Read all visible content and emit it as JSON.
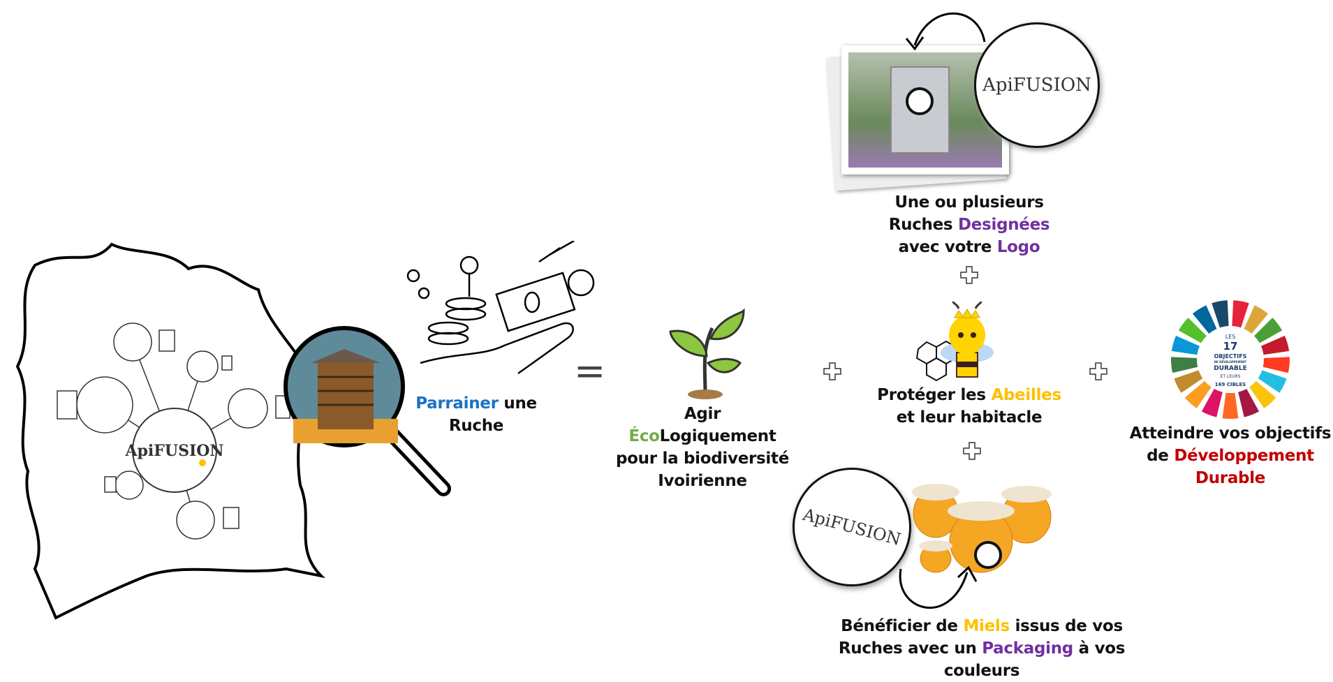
{
  "logo_text": "ApiFUSION",
  "sponsor": {
    "highlight": "Parrainer",
    "rest1": " une",
    "line2": "Ruche"
  },
  "equals": "=",
  "eco": {
    "line1": "Agir",
    "highlight": "Éco",
    "rest2": "Logiquement",
    "line3": "pour la biodiversité",
    "line4": "Ivoirienne"
  },
  "hives": {
    "line1": "Une ou plusieurs",
    "pre2": "Ruches ",
    "highlight2": "Designées",
    "pre3": "avec votre ",
    "highlight3": "Logo"
  },
  "bees": {
    "pre1": "Protéger les ",
    "highlight": "Abeilles",
    "line2": "et leur habitacle"
  },
  "honey": {
    "pre1": "Bénéficier de ",
    "highlight1": "Miels",
    "post1": " issus de vos",
    "pre2": "Ruches avec un ",
    "highlight2": "Packaging",
    "post2": " à vos",
    "line3": "couleurs"
  },
  "sdg": {
    "pre1": "Atteindre vos objectifs",
    "pre2": "de ",
    "highlight2": "Développement",
    "line3": "Durable",
    "wheel": {
      "l1": "LES",
      "l2": "17",
      "l3": "OBJECTIFS",
      "l4": "DE DÉVELOPPEMENT",
      "l5": "DURABLE",
      "l6": "ET LEURS",
      "l7": "169 CIBLES"
    }
  },
  "colors": {
    "blue": "#1a72c4",
    "purple": "#7030a0",
    "yellow": "#ffc000",
    "green": "#70ad47",
    "red": "#c00000"
  }
}
